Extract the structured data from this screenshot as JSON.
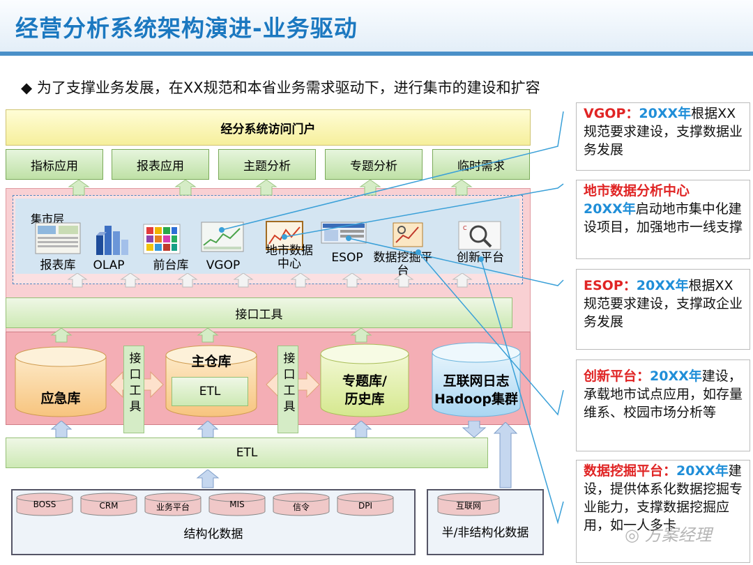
{
  "title": "经营分析系统架构演进-业务驱动",
  "bullet": "为了支撑业务发展，在XX规范和本省业务需求驱动下，进行集市的建设和扩容",
  "portal": "经分系统访问门户",
  "apps": [
    "指标应用",
    "报表应用",
    "主题分析",
    "专题分析",
    "临时需求"
  ],
  "mart": {
    "label": "集市层",
    "items": [
      "报表库",
      "OLAP",
      "前台库",
      "VGOP",
      "地市数据中心",
      "ESOP",
      "数据挖掘平台",
      "创新平台"
    ]
  },
  "interface_tool": "接口工具",
  "lower": {
    "emergency": "应急库",
    "main_label": "主仓库",
    "main_etl": "ETL",
    "topic_1": "专题库/",
    "topic_2": "历史库",
    "hadoop_1": "互联网日志",
    "hadoop_2": "Hadoop集群",
    "connector_1": "接口工具",
    "connector_2": "接口工具"
  },
  "etl": "ETL",
  "structured": {
    "sources": [
      "BOSS",
      "CRM",
      "业务平台",
      "MIS",
      "信令",
      "DPI"
    ],
    "label": "结构化数据"
  },
  "unstructured": {
    "sources": [
      "互联网"
    ],
    "label": "半/非结构化数据"
  },
  "notes": [
    {
      "head": "VGOP：",
      "head2": "20XX年",
      "body": "根据XX规范要求建设，支撑数据业务发展"
    },
    {
      "head": "地市数据分析中心",
      "head2": "20XX年",
      "body": "启动地市集中化建设项目，加强地市一线支撑"
    },
    {
      "head": "ESOP：",
      "head2": "20XX年",
      "body": "根据XX规范要求建设，支撑政企业务发展"
    },
    {
      "head": "创新平台：",
      "head2": "20XX年",
      "body": "建设，承载地市试点应用，如存量维系、校园市场分析等"
    },
    {
      "head": "数据挖掘平台：",
      "head2": "20XX年",
      "body": "建设，提供体系化数据挖掘专业能力，支撑数据挖掘应用，如一人多卡"
    }
  ],
  "watermark": "方案经理",
  "colors": {
    "title": "#1b78c0",
    "accent_red": "#e02424",
    "accent_blue": "#1f8ed8"
  }
}
